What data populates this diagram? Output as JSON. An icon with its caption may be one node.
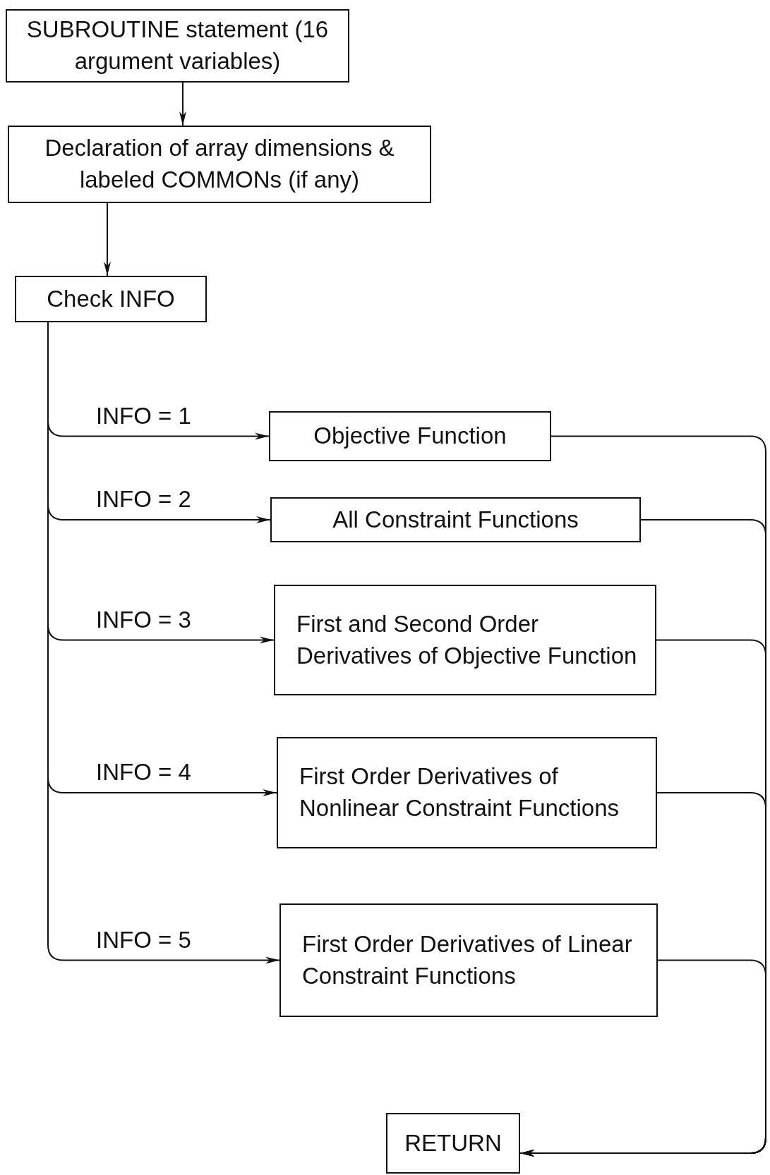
{
  "diagram": {
    "nodes": [
      {
        "text": [
          "SUBROUTINE statement (16 argument variables)"
        ]
      },
      {
        "text": [
          "Declaration of array dimensions & labeled COMMONs (if any)"
        ]
      },
      {
        "text": [
          "Check INFO"
        ]
      },
      {
        "text": [
          "Objective Function"
        ]
      },
      {
        "text": [
          "All Constraint Functions"
        ]
      },
      {
        "text": [
          "First and Second Order Derivatives of Objective Function"
        ]
      },
      {
        "text": [
          "First Order Derivatives of Nonlinear Constraint Functions"
        ]
      },
      {
        "text": [
          "First Order Derivatives of Linear Constraint Functions"
        ]
      },
      {
        "text": [
          "RETURN"
        ]
      }
    ],
    "edges": [
      {
        "from": 0,
        "to": 1,
        "arrow": "to"
      },
      {
        "from": 1,
        "to": 2,
        "arrow": "to"
      },
      {
        "from": 2,
        "to": 3,
        "arrow": "to",
        "label": "INFO = 1"
      },
      {
        "from": 2,
        "to": 4,
        "arrow": "to",
        "label": "INFO = 2"
      },
      {
        "from": 2,
        "to": 5,
        "arrow": "to",
        "label": "INFO = 3"
      },
      {
        "from": 2,
        "to": 6,
        "arrow": "to",
        "label": "INFO = 4"
      },
      {
        "from": 2,
        "to": 7,
        "arrow": "to",
        "label": "INFO = 5"
      },
      {
        "from": 3,
        "to": 8,
        "arrow": "to"
      },
      {
        "from": 4,
        "to": 8,
        "arrow": "to"
      },
      {
        "from": 5,
        "to": 8,
        "arrow": "to"
      },
      {
        "from": 6,
        "to": 8,
        "arrow": "to"
      },
      {
        "from": 7,
        "to": 8,
        "arrow": "to"
      }
    ]
  }
}
